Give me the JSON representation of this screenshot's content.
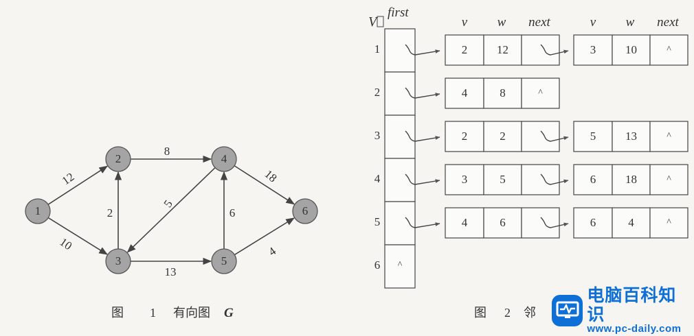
{
  "graph": {
    "nodes": [
      {
        "id": "1",
        "label": "1"
      },
      {
        "id": "2",
        "label": "2"
      },
      {
        "id": "3",
        "label": "3"
      },
      {
        "id": "4",
        "label": "4"
      },
      {
        "id": "5",
        "label": "5"
      },
      {
        "id": "6",
        "label": "6"
      }
    ],
    "edges": [
      {
        "from": "1",
        "to": "2",
        "weight": "12"
      },
      {
        "from": "1",
        "to": "3",
        "weight": "10"
      },
      {
        "from": "2",
        "to": "4",
        "weight": "8"
      },
      {
        "from": "3",
        "to": "2",
        "weight": "2"
      },
      {
        "from": "4",
        "to": "3",
        "weight": "5"
      },
      {
        "from": "3",
        "to": "5",
        "weight": "13"
      },
      {
        "from": "5",
        "to": "4",
        "weight": "6"
      },
      {
        "from": "4",
        "to": "6",
        "weight": "18"
      },
      {
        "from": "5",
        "to": "6",
        "weight": "4"
      }
    ],
    "caption_fig": "图",
    "caption_num": "1",
    "caption_text": "有向图",
    "caption_var": "G"
  },
  "adjacency": {
    "vertex_header": "V",
    "first_header": "first",
    "col_headers": [
      "v",
      "w",
      "next"
    ],
    "null_symbol": "^",
    "rows": [
      {
        "vertex": "1",
        "first_null": false,
        "cells": [
          {
            "v": "2",
            "w": "12"
          },
          {
            "v": "3",
            "w": "10"
          }
        ]
      },
      {
        "vertex": "2",
        "first_null": false,
        "cells": [
          {
            "v": "4",
            "w": "8"
          }
        ]
      },
      {
        "vertex": "3",
        "first_null": false,
        "cells": [
          {
            "v": "2",
            "w": "2"
          },
          {
            "v": "5",
            "w": "13"
          }
        ]
      },
      {
        "vertex": "4",
        "first_null": false,
        "cells": [
          {
            "v": "3",
            "w": "5"
          },
          {
            "v": "6",
            "w": "18"
          }
        ]
      },
      {
        "vertex": "5",
        "first_null": false,
        "cells": [
          {
            "v": "4",
            "w": "6"
          },
          {
            "v": "6",
            "w": "4"
          }
        ]
      },
      {
        "vertex": "6",
        "first_null": true,
        "cells": []
      }
    ],
    "caption_fig": "图",
    "caption_num": "2",
    "caption_text": "邻"
  },
  "watermark": {
    "title": "电脑百科知识",
    "url": "www.pc-daily.com",
    "color": "#0e6fd6"
  }
}
